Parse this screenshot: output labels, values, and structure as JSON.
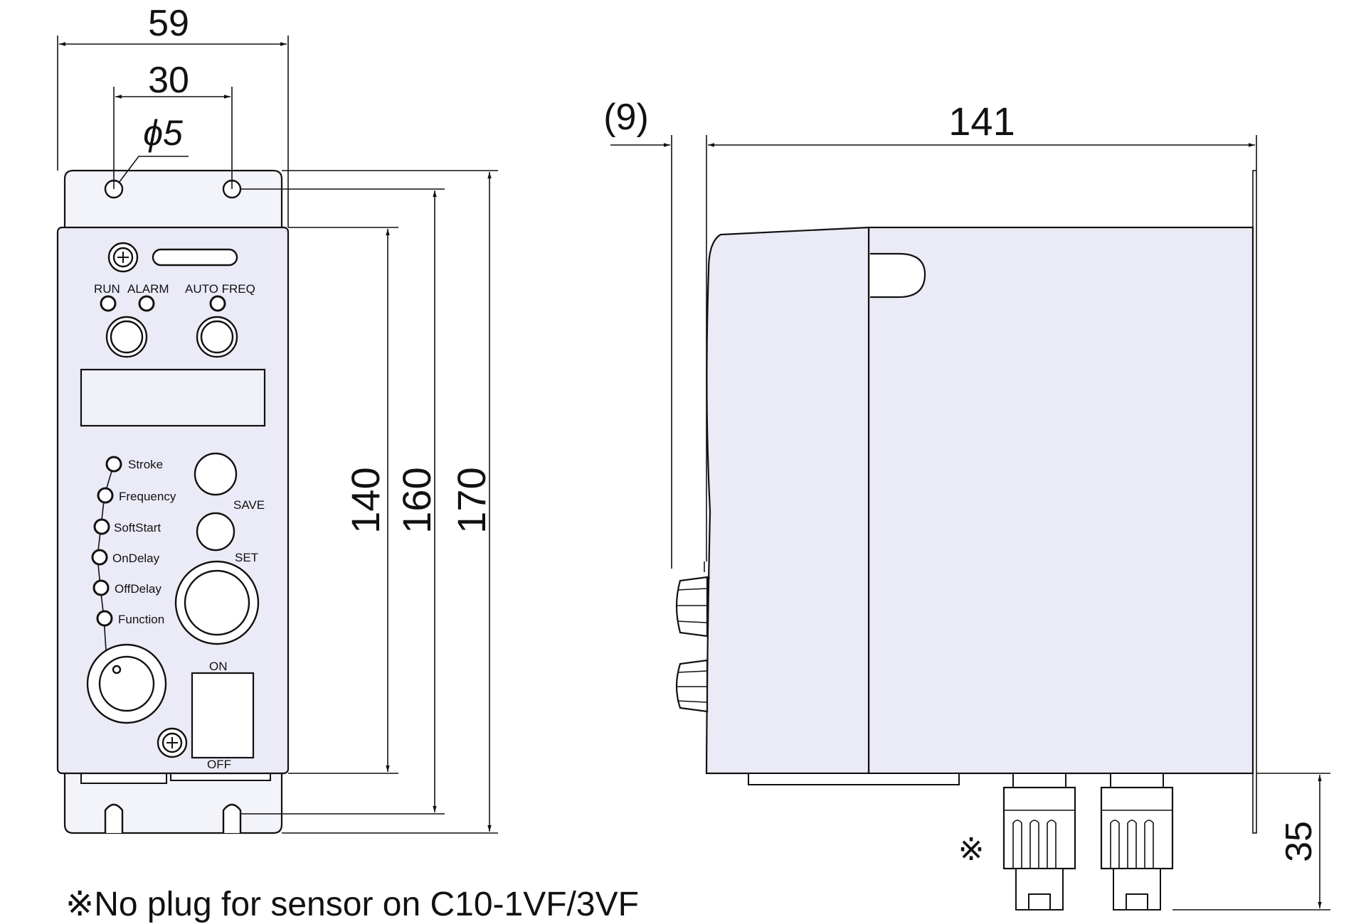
{
  "front_view": {
    "dim_width": "59",
    "dim_hole_pitch": "30",
    "dim_hole_dia": "ϕ5",
    "dim_h_panel": "140",
    "dim_h_mount": "160",
    "dim_h_overall": "170",
    "panel": {
      "run_label": "RUN",
      "alarm_label": "ALARM",
      "auto_freq_label": "AUTO FREQ",
      "menu_items": [
        "Stroke",
        "Frequency",
        "SoftStart",
        "OnDelay",
        "OffDelay",
        "Function"
      ],
      "save_label": "SAVE",
      "set_label": "SET",
      "switch_on_label": "ON",
      "switch_off_label": "OFF"
    }
  },
  "side_view": {
    "dim_depth": "141",
    "dim_offset": "(9)",
    "dim_connector": "35",
    "connector_mark": "※"
  },
  "footnote": "※No plug for sensor on C10-1VF/3VF"
}
